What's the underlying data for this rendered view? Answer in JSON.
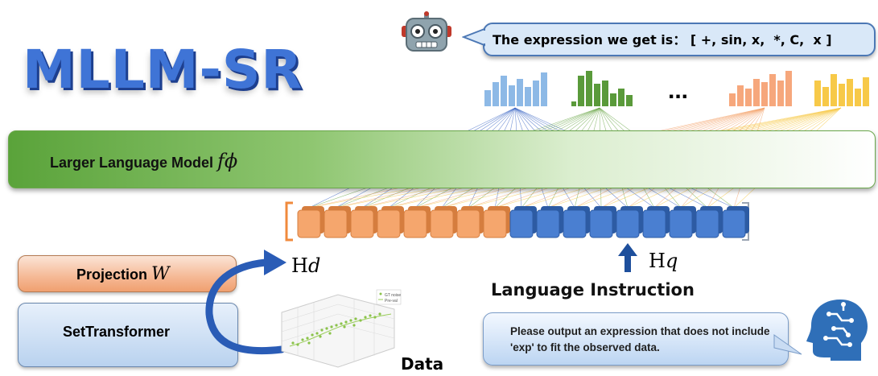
{
  "title": "MLLM-SR",
  "robot_bubble": {
    "text": "The expression we get is： [ +, sin, x,  *, C,  x ]"
  },
  "llm": {
    "label": "Larger Language Model",
    "symbol": "fϕ"
  },
  "ellipsis": "...",
  "projection": {
    "label": "Projection",
    "symbol": "W"
  },
  "settransformer": {
    "label": "SetTransformer"
  },
  "h_d": {
    "base": "H",
    "sub": "d"
  },
  "h_q": {
    "base": "H",
    "sub": "q"
  },
  "language_instruction": "Language Instruction",
  "instruction_text": "Please output an expression that does not include 'exp' to fit the observed data.",
  "data_label": "Data",
  "plot_legend": {
    "gt": "GT noise",
    "pred": "Pre-val"
  },
  "colors": {
    "title": "#3f74d6",
    "llm_green": "#5aa33a",
    "token_orange": "#f5a66d",
    "token_blue": "#4a7fd1",
    "bars_blue": "#8db9e6",
    "bars_green": "#5a9a3a",
    "bars_orange": "#f6a77c",
    "bars_yellow": "#f7c948"
  },
  "icons": [
    "robot-icon",
    "brain-circuit-icon",
    "up-arrow-icon",
    "curved-arrow-icon"
  ]
}
